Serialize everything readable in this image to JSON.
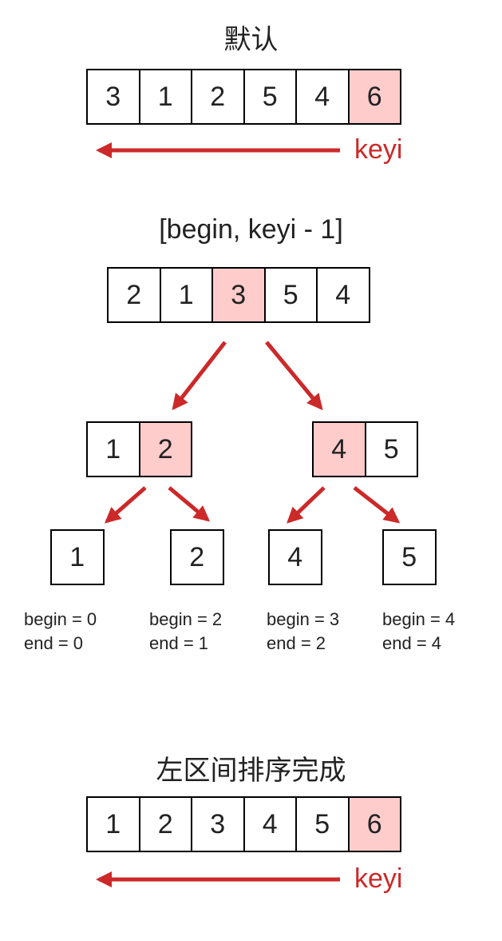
{
  "section1": {
    "title": "默认",
    "cells": [
      "3",
      "1",
      "2",
      "5",
      "4",
      "6"
    ],
    "pivot_index": 5,
    "arrow_label": "keyi"
  },
  "section2": {
    "title": "[begin, keyi - 1]",
    "cells": [
      "2",
      "1",
      "3",
      "5",
      "4"
    ],
    "pivot_index": 2,
    "left": {
      "cells": [
        "1",
        "2"
      ],
      "pivot_index": 1
    },
    "right": {
      "cells": [
        "4",
        "5"
      ],
      "pivot_index": 0
    },
    "leaves": [
      {
        "value": "1",
        "begin": "begin = 0",
        "end": "end = 0"
      },
      {
        "value": "2",
        "begin": "begin = 2",
        "end": "end = 1"
      },
      {
        "value": "4",
        "begin": "begin = 3",
        "end": "end = 2"
      },
      {
        "value": "5",
        "begin": "begin = 4",
        "end": "end = 4"
      }
    ]
  },
  "section3": {
    "title": "左区间排序完成",
    "cells": [
      "1",
      "2",
      "3",
      "4",
      "5",
      "6"
    ],
    "pivot_index": 5,
    "arrow_label": "keyi"
  },
  "colors": {
    "pivot_fill": "#ffcccc",
    "arrow": "#cc2929",
    "border": "#000000"
  }
}
